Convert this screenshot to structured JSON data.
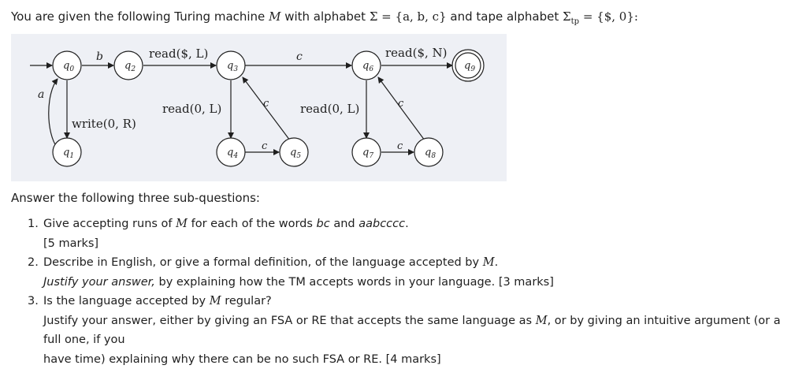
{
  "intro": {
    "lead": "You are given the following Turing machine",
    "machine": "M",
    "mid1": "with alphabet",
    "sigma": "Σ = {a, b, c}",
    "mid2": "and tape alphabet",
    "sigma_tp": "Σ",
    "sigma_tp_sub": "tp",
    "sigma_tp_value": "= {$, 0}:"
  },
  "diagram": {
    "states": [
      {
        "name": "q",
        "sub": "0"
      },
      {
        "name": "q",
        "sub": "2"
      },
      {
        "name": "q",
        "sub": "3"
      },
      {
        "name": "q",
        "sub": "6"
      },
      {
        "name": "q",
        "sub": "9"
      },
      {
        "name": "q",
        "sub": "1"
      },
      {
        "name": "q",
        "sub": "4"
      },
      {
        "name": "q",
        "sub": "5"
      },
      {
        "name": "q",
        "sub": "7"
      },
      {
        "name": "q",
        "sub": "8"
      }
    ],
    "labels": {
      "q0_q2": "b",
      "q2_q3": "read($, L)",
      "q3_q6": "c",
      "q6_q9": "read($, N)",
      "loop_a": "a",
      "write": "write(0, R)",
      "q3_q4": "read(0, L)",
      "q5_q3": "c",
      "q4_q5": "c",
      "q6_q7": "read(0, L)",
      "q8_q6": "c",
      "q7_q8": "c"
    }
  },
  "answer_heading": "Answer the following three sub-questions:",
  "questions": [
    {
      "num": "1.",
      "l1_a": "Give accepting runs of",
      "l1_m": "M",
      "l1_b": "for each of the words",
      "w1": "bc",
      "and": "and",
      "w2": "aabcccc",
      "dot": ".",
      "marks": "[5 marks]"
    },
    {
      "num": "2.",
      "l1_a": "Describe in English, or give a formal definition, of the language accepted by",
      "l1_m": "M",
      "dot": ".",
      "l2_i": "Justify your answer,",
      "l2_b": "by explaining how the TM accepts words in your language. [3 marks]"
    },
    {
      "num": "3.",
      "l1_a": "Is the language accepted by",
      "l1_m": "M",
      "l1_b": "regular?",
      "l2_a": "Justify your answer, either by giving an FSA or RE that accepts the same language as",
      "l2_m": "M",
      "l2_b": ", or by giving an intuitive argument (or a full one, if you",
      "l3": "have time) explaining why there can be no such FSA or RE. [4 marks]"
    }
  ]
}
